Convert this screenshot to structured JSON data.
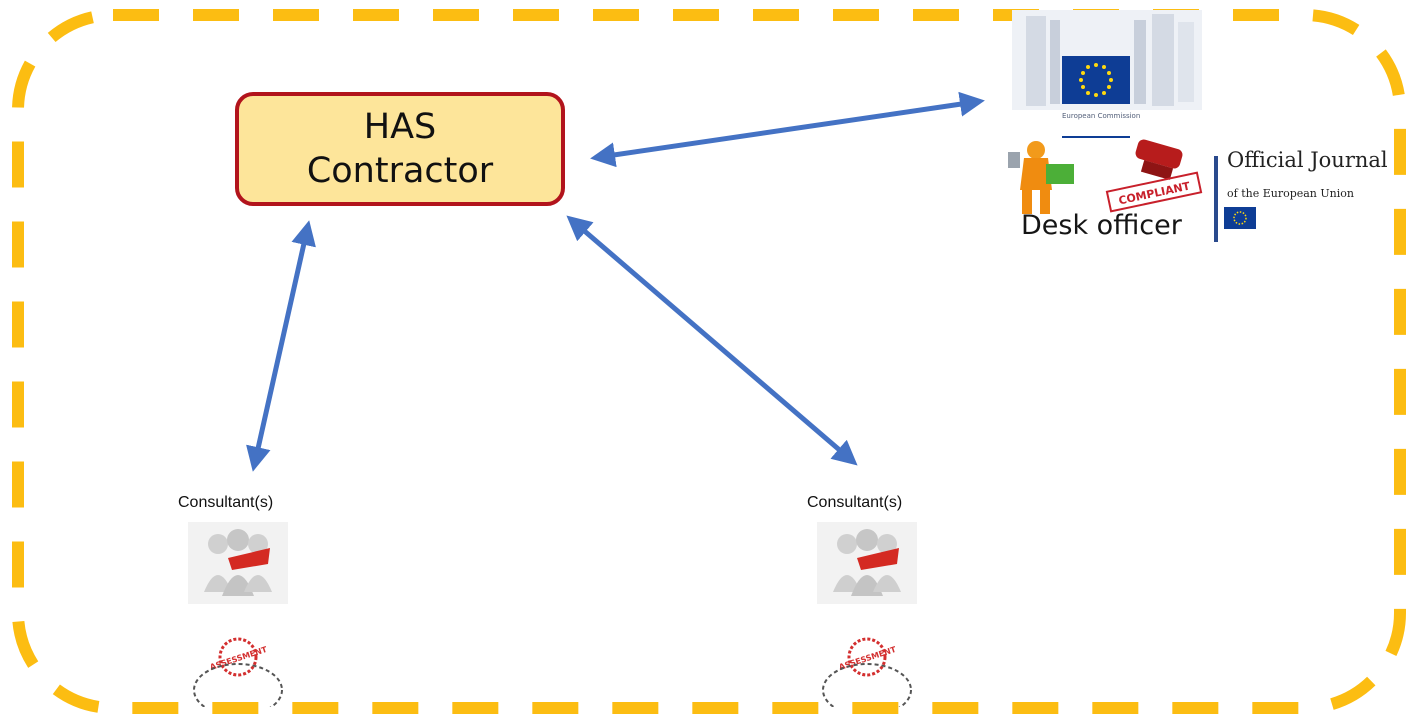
{
  "contractor": {
    "line1": "HAS",
    "line2": "Contractor"
  },
  "commission": {
    "caption": "European Commission"
  },
  "desk_officer": {
    "label": "Desk officer",
    "stamp_text": "COMPLIANT"
  },
  "official_journal": {
    "title": "Official Journal",
    "subtitle": "of the European Union"
  },
  "consultants": [
    {
      "label": "Consultant(s)",
      "stamp_text": "ASSESSMENT"
    },
    {
      "label": "Consultant(s)",
      "stamp_text": "ASSESSMENT"
    }
  ],
  "colors": {
    "boundary": "#fcbd12",
    "arrows": "#4472c4",
    "box_fill": "#fde59a",
    "box_border": "#b2141c",
    "eu_blue": "#0e3d95",
    "eu_star": "#ffd90f",
    "stamp_red": "#c8202b"
  },
  "icons": [
    "european-commission-logo",
    "desk-officer-figure",
    "compliant-stamp",
    "eu-flag",
    "consultant-group",
    "assessment-stamp"
  ]
}
